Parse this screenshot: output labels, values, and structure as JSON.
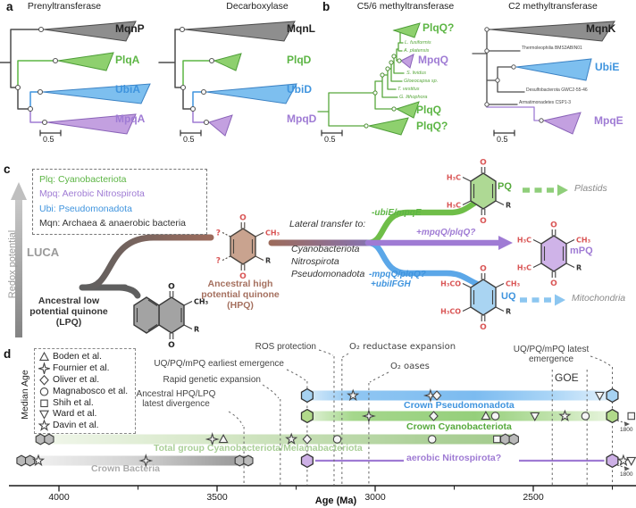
{
  "panel_a": {
    "label": "a",
    "trees": [
      {
        "title": "Prenyltransferase",
        "clades": [
          "MqnP",
          "PlqA",
          "UbiA",
          "MpqA"
        ],
        "scale_bar": "0.5"
      },
      {
        "title": "Decarboxylase",
        "clades": [
          "MqnL",
          "PlqD",
          "UbiD",
          "MpqD"
        ],
        "scale_bar": "0.5"
      }
    ]
  },
  "panel_b": {
    "label": "b",
    "trees": [
      {
        "title": "C5/6 methyltransferase",
        "clades": [
          "PlqQ?",
          "MpqQ",
          "PlqQ",
          "PlqQ?"
        ],
        "leaf_taxa": [
          "L. fusiformis",
          "A. platensis",
          "S. lividus",
          "Gloeocapsa sp.",
          "T. vestitus",
          "G. lithophora"
        ],
        "scale_bar": "0.5"
      },
      {
        "title": "C2 methyltransferase",
        "clades": [
          "MqnK",
          "UbiE",
          "MpqE"
        ],
        "leaf_taxa": [
          "Thermoleophilia BMS3ABIN01",
          "Desulfobacterota GWC2-55-46",
          "Armatimonadetes CSP1-3"
        ],
        "scale_bar": "0.5"
      }
    ]
  },
  "panel_c": {
    "label": "c",
    "key": [
      "Plq: Cyanobacteriota",
      "Mpq: Aerobic Nitrospirota",
      "Ubi: Pseudomonadota",
      "Mqn: Archaea & anaerobic bacteria"
    ],
    "y_axis_label": "Redox potential",
    "root_label": "LUCA",
    "lpq_caption": [
      "Ancestral low",
      "potential quinone",
      "(LPQ)"
    ],
    "hpq_caption": [
      "Ancestral high",
      "potential quinone",
      "(HPQ)"
    ],
    "transfer_heading": "Lateral transfer to:",
    "transfer_taxa": [
      "Cyanobacteriota",
      "Nitrospirota",
      "Pseudomonadota"
    ],
    "gene_changes": {
      "to_pq": "-ubiE/mpqE",
      "to_mpq": "+mpqQ/plqQ?",
      "to_uq_loss": "-mpqQ/plqQ?",
      "to_uq_gain": "+ubiIFGH"
    },
    "quinone_labels": {
      "pq": "PQ",
      "mpq": "mPQ",
      "uq": "UQ"
    },
    "fates": {
      "pq": "Plastids",
      "uq": "Mitochondria"
    },
    "chem": {
      "o": "O",
      "r": "R",
      "ch3": "CH₃",
      "h3c": "H₃C",
      "h3co": "H₃CO",
      "unknown": "?"
    }
  },
  "panel_d": {
    "label": "d"
  },
  "chart_data": {
    "type": "timeline",
    "x_axis": {
      "label": "Age (Ma)",
      "ticks": [
        4000,
        3500,
        3000,
        2500
      ],
      "minor_ticks": [
        3750,
        3250,
        2750,
        2250
      ],
      "range": [
        4160,
        2170
      ],
      "direction": "decreasing",
      "unit": "Ma"
    },
    "legend": {
      "title": "Median Age",
      "studies": [
        {
          "name": "Boden et al.",
          "symbol": "triangle-up"
        },
        {
          "name": "Fournier et al.",
          "symbol": "star4"
        },
        {
          "name": "Oliver et al.",
          "symbol": "diamond"
        },
        {
          "name": "Magnabosco et al.",
          "symbol": "circle"
        },
        {
          "name": "Shih et al.",
          "symbol": "square"
        },
        {
          "name": "Ward et al.",
          "symbol": "triangle-down"
        },
        {
          "name": "Davin et al.",
          "symbol": "star5"
        }
      ]
    },
    "events": [
      {
        "label": "Ancestral HPQ/LPQ latest divergence",
        "ma": 3415
      },
      {
        "label": "Rapid genetic expansion",
        "ma": 3300
      },
      {
        "label": "UQ/PQ/mPQ earliest emergence",
        "ma": 3215
      },
      {
        "label": "ROS protection",
        "ma": 3130
      },
      {
        "label": "O₂ reductase expansion",
        "ma": 3105
      },
      {
        "label": "O₂ oases",
        "ma": 3020
      },
      {
        "label": "GOE",
        "ma_start": 2440,
        "ma_end": 2330
      },
      {
        "label": "UQ/PQ/mPQ latest emergence",
        "ma": 2250
      }
    ],
    "rows": [
      {
        "id": "crown_pseudomonadota",
        "label": "Crown Pseudomonadota",
        "color": "#3f94de",
        "bar": {
          "start": 3215,
          "end": 2250,
          "caps": "hexagon"
        },
        "markers": [
          {
            "study": "Davin et al.",
            "ma": 3070
          },
          {
            "study": "Fournier et al.",
            "ma": 2825
          },
          {
            "study": "Oliver et al.",
            "ma": 2805
          },
          {
            "study": "Ward et al.",
            "ma": 2290
          }
        ]
      },
      {
        "id": "crown_cyanobacteriota",
        "label": "Crown Cyanobacteriota",
        "color": "#56a93c",
        "bar": {
          "start": 3215,
          "end": 2250,
          "caps": "hexagon"
        },
        "markers": [
          {
            "study": "Fournier et al.",
            "ma": 3020
          },
          {
            "study": "Oliver et al.",
            "ma": 2815
          },
          {
            "study": "Boden et al.",
            "ma": 2650
          },
          {
            "study": "Magnabosco et al.",
            "ma": 2620
          },
          {
            "study": "Ward et al.",
            "ma": 2495
          },
          {
            "study": "Davin et al.",
            "ma": 2400
          },
          {
            "study": "Magnabosco et al.",
            "ma": 2335
          },
          {
            "study": "Shih et al.",
            "ma": 2190
          }
        ],
        "overflow": {
          "label": "1800"
        }
      },
      {
        "id": "total_group",
        "label": "Total group Cyanobacteriota/Melainabacteriota",
        "color": "#a9cf97",
        "bar": {
          "start": 4075,
          "end": 2560
        },
        "markers": [
          {
            "study": "HPQ/LPQ divergence",
            "ma": 4045,
            "symbol": "double-hexagon"
          },
          {
            "study": "Fournier et al.",
            "ma": 3515
          },
          {
            "study": "Boden et al.",
            "ma": 3480
          },
          {
            "study": "Davin et al.",
            "ma": 3265
          },
          {
            "study": "Oliver et al.",
            "ma": 3215
          },
          {
            "study": "Magnabosco et al.",
            "ma": 3120
          },
          {
            "study": "Magnabosco et al.",
            "ma": 2820
          },
          {
            "study": "Shih et al.",
            "ma": 2615
          },
          {
            "study": "HPQ/LPQ divergence",
            "ma": 2575,
            "symbol": "double-hexagon"
          }
        ]
      },
      {
        "id": "crown_bacteria",
        "label": "Crown Bacteria",
        "color": "#ababab",
        "bar": {
          "start": 4120,
          "end": 3390
        },
        "markers": [
          {
            "study": "HPQ/LPQ divergence",
            "ma": 4105,
            "symbol": "double-hexagon"
          },
          {
            "study": "Davin et al.",
            "ma": 4065
          },
          {
            "study": "Fournier et al.",
            "ma": 3725
          },
          {
            "study": "HPQ/LPQ divergence",
            "ma": 3415,
            "symbol": "double-hexagon"
          }
        ]
      },
      {
        "id": "aerobic_nitrospirota",
        "label": "aerobic Nitrospirota?",
        "color": "#9f7bd4",
        "line": {
          "start": 3215,
          "end": 2250,
          "caps": "hexagon"
        },
        "markers": [
          {
            "study": "Davin et al.",
            "ma": 2215
          },
          {
            "study": "Ward et al.",
            "ma": 2190
          }
        ],
        "overflow": {
          "label": "1800"
        }
      }
    ]
  },
  "colors": {
    "green": "#56a93c",
    "blue": "#3f94de",
    "purple": "#9f7bd4",
    "gray": "#8e8e8e",
    "brown": "#a5705f",
    "red": "#d95555"
  }
}
